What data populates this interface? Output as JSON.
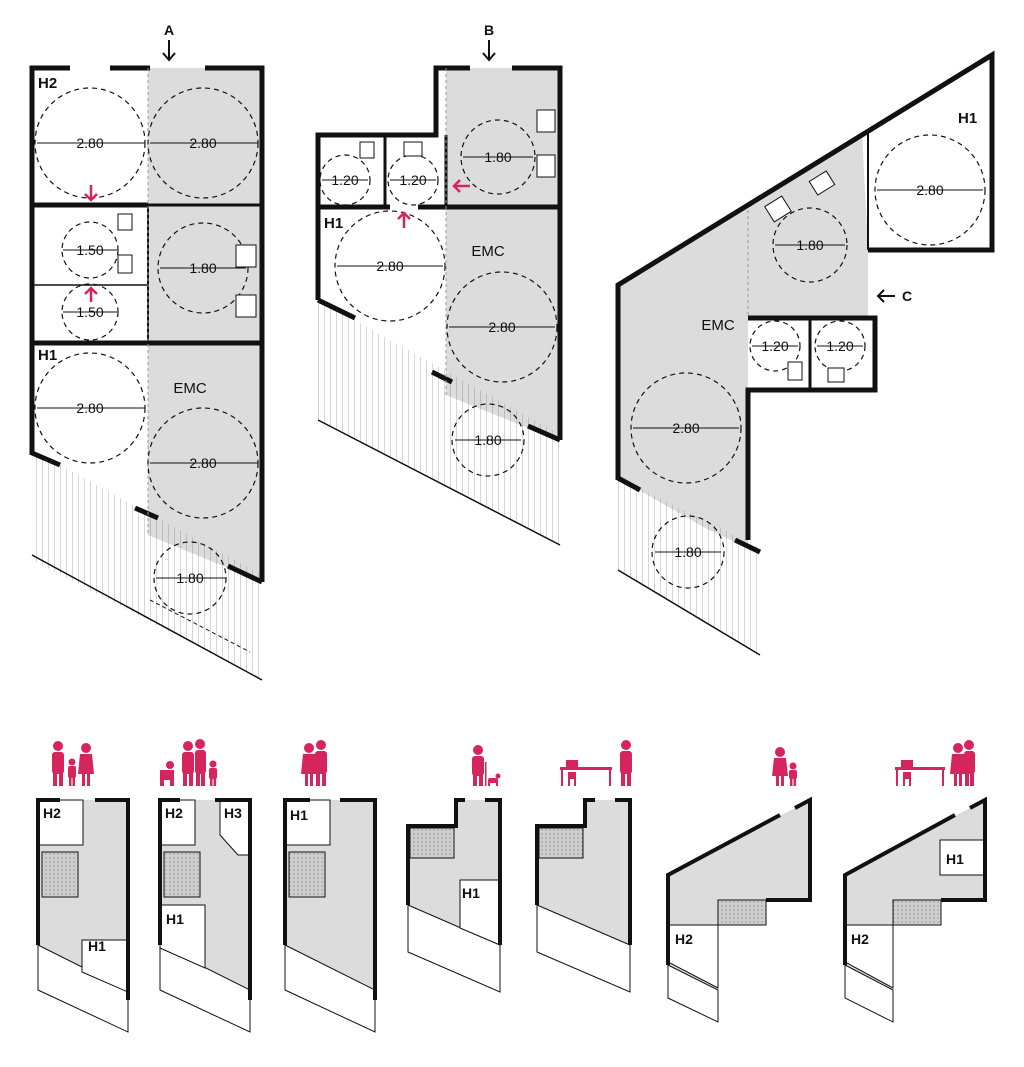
{
  "plans": {
    "a": {
      "entry": "A",
      "rooms": {
        "h2": "H2",
        "h1": "H1",
        "emc": "EMC"
      },
      "dims": [
        "2.80",
        "2.80",
        "1.50",
        "1.80",
        "1.50",
        "2.80",
        "2.80",
        "1.80"
      ]
    },
    "b": {
      "entry": "B",
      "rooms": {
        "h1": "H1",
        "emc": "EMC"
      },
      "dims": [
        "1.80",
        "1.20",
        "1.20",
        "2.80",
        "2.80",
        "1.80"
      ]
    },
    "c": {
      "entry": "C",
      "rooms": {
        "h1": "H1",
        "emc": "EMC"
      },
      "dims": [
        "2.80",
        "1.80",
        "1.20",
        "1.20",
        "2.80",
        "1.80"
      ]
    }
  },
  "variants": [
    {
      "id": "v1",
      "rooms": [
        "H2",
        "H1"
      ]
    },
    {
      "id": "v2",
      "rooms": [
        "H2",
        "H3",
        "H1"
      ]
    },
    {
      "id": "v3",
      "rooms": [
        "H1"
      ]
    },
    {
      "id": "v4",
      "rooms": [
        "H1"
      ]
    },
    {
      "id": "v5",
      "rooms": []
    },
    {
      "id": "v6",
      "rooms": [
        "H2"
      ]
    },
    {
      "id": "v7",
      "rooms": [
        "H1",
        "H2"
      ]
    }
  ],
  "colors": {
    "accent": "#d6245c",
    "wall": "#111111",
    "floor": "#dcdcdc",
    "wet": "#c8c8c8"
  }
}
